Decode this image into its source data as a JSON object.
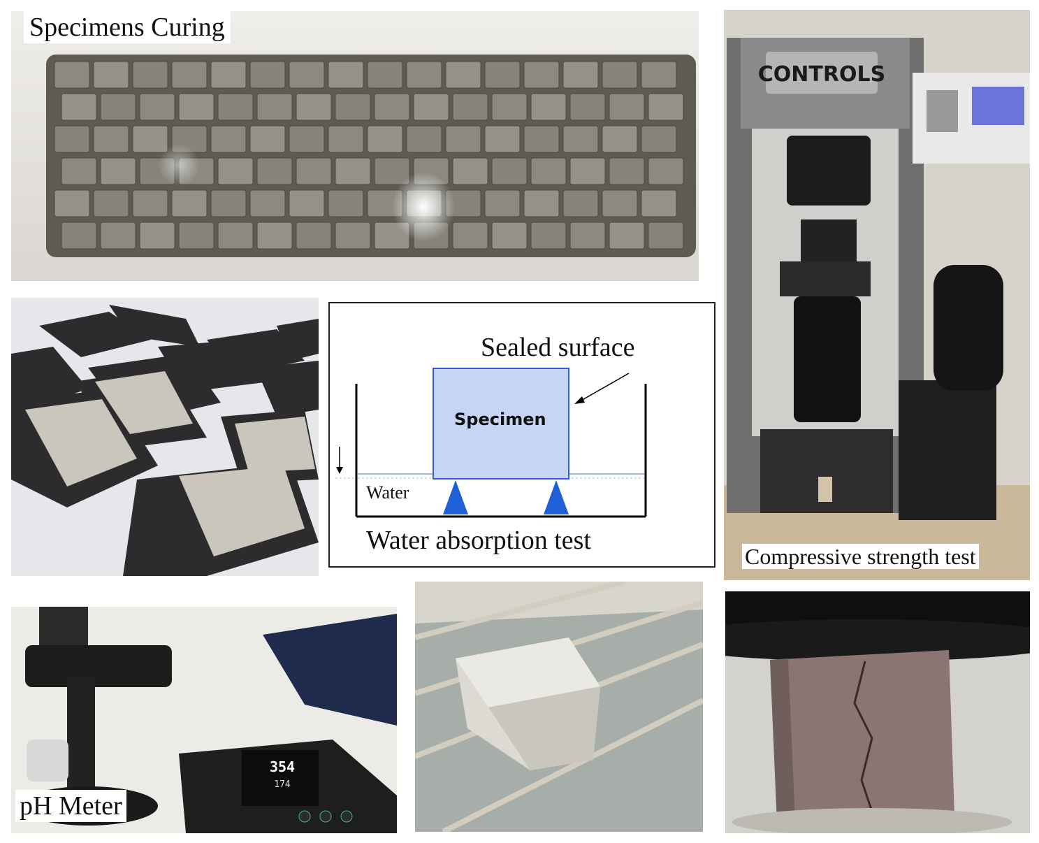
{
  "panels": {
    "curing": {
      "caption": "Specimens Curing"
    },
    "molds": {
      "caption": ""
    },
    "water_diagram": {
      "label_sealed": "Sealed surface",
      "label_specimen": "Specimen",
      "label_water": "Water",
      "caption": "Water absorption test"
    },
    "compressive": {
      "caption": "Compressive strength test",
      "machine_brand": "CONTROLS"
    },
    "ph": {
      "caption": "pH Meter",
      "reading_main": "354",
      "reading_sub": "174"
    },
    "immersion": {
      "caption": ""
    },
    "failure": {
      "caption": ""
    }
  },
  "colors": {
    "specimen_fill": "#c7d5f5",
    "specimen_stroke": "#3a5bd0",
    "support_fill": "#1f5fd8",
    "water_line": "#9fb6f0",
    "tank_stroke": "#000000"
  }
}
